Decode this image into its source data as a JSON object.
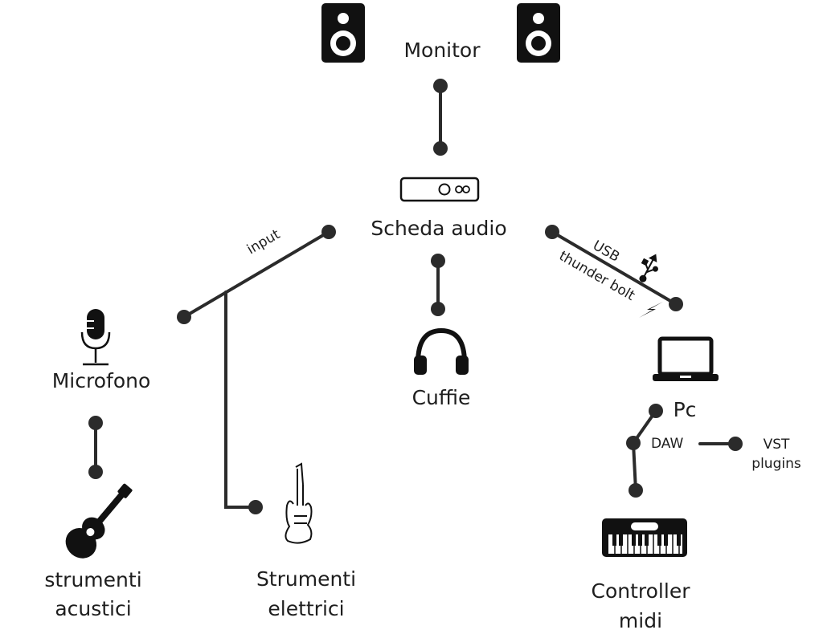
{
  "nodes": {
    "monitor": "Monitor",
    "scheda_audio": "Scheda audio",
    "cuffie": "Cuffie",
    "pc": "Pc",
    "microfono": "Microfono",
    "strumenti_acustici": [
      "strumenti",
      "acustici"
    ],
    "strumenti_elettrici": [
      "Strumenti",
      "elettrici"
    ],
    "controller_midi": [
      "Controller",
      "midi"
    ],
    "vst_plugins": [
      "VST",
      "plugins"
    ]
  },
  "edge_labels": {
    "input": "input",
    "usb": "USB",
    "thunderbolt": "thunder bolt",
    "daw": "DAW"
  },
  "icons": [
    "speaker-icon",
    "audio-interface-icon",
    "headphones-icon",
    "laptop-icon",
    "microphone-icon",
    "acoustic-guitar-icon",
    "electric-guitar-icon",
    "midi-keyboard-icon",
    "usb-icon",
    "lightning-icon"
  ],
  "colors": {
    "line": "#2b2b2b",
    "icon": "#111111"
  }
}
